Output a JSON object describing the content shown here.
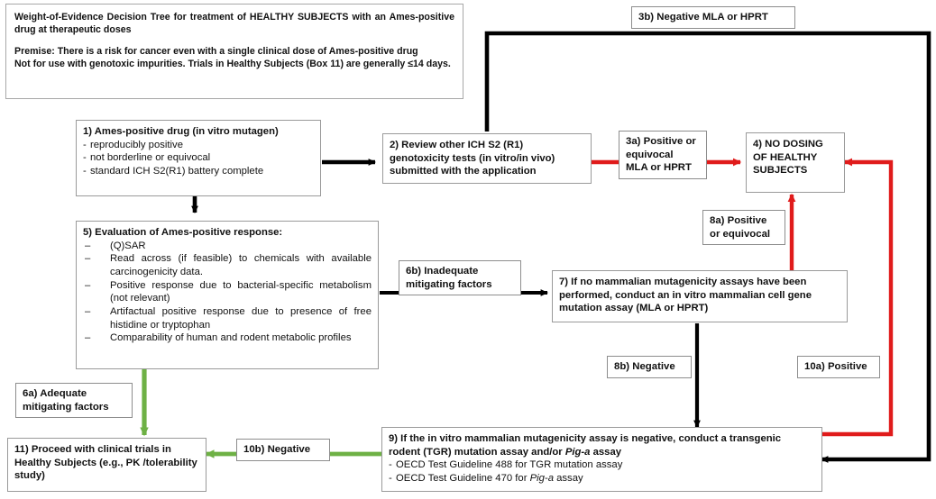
{
  "diagram": {
    "title_panel": {
      "line1": "Weight-of-Evidence Decision Tree for treatment of HEALTHY SUBJECTS with an Ames-positive drug at therapeutic doses",
      "line2": "Premise: There is a risk for cancer even with a single clinical dose of Ames-positive drug",
      "line3": "Not for use with genotoxic impurities. Trials in Healthy Subjects (Box 11) are generally ≤14 days."
    },
    "boxes": {
      "box1": {
        "title": "1) Ames-positive drug (in vitro mutagen)",
        "bullets": [
          "reproducibly positive",
          "not borderline or equivocal",
          "standard ICH S2(R1) battery complete"
        ]
      },
      "box2": {
        "text": "2) Review other ICH S2 (R1) genotoxicity tests (in vitro/in vivo) submitted with the application"
      },
      "box4": {
        "line1": "4) NO DOSING",
        "line2": "OF HEALTHY",
        "line3": "SUBJECTS"
      },
      "box5": {
        "title": "5) Evaluation of Ames-positive response:",
        "bullets": [
          "(Q)SAR",
          "Read across (if feasible) to chemicals with available carcinogenicity data.",
          "Positive response due to bacterial-specific metabolism (not relevant)",
          "Artifactual positive response due to presence of free histidine or tryptophan",
          "Comparability of human and rodent metabolic profiles"
        ]
      },
      "box7": {
        "text": "7) If no mammalian mutagenicity assays have been performed, conduct an in vitro mammalian cell gene mutation assay (MLA or HPRT)"
      },
      "box9": {
        "title_a": "9) If the in vitro mammalian mutagenicity assay is negative, conduct a transgenic rodent (TGR) mutation assay and/or ",
        "title_b": "Pig-a",
        "title_c": " assay",
        "sub1": "OECD Test Guideline 488 for TGR mutation assay",
        "sub2_a": "OECD Test Guideline 470 for ",
        "sub2_b": "Pig-a",
        "sub2_c": " assay"
      },
      "box11": {
        "text": "11) Proceed with clinical trials in Healthy Subjects (e.g., PK /tolerability study)"
      }
    },
    "labels": {
      "lbl3a": "3a) Positive or\nequivocal\nMLA or HPRT",
      "lbl3b": "3b) Negative MLA or HPRT",
      "lbl6a": "6a) Adequate\nmitigating factors",
      "lbl6b": "6b) Inadequate\nmitigating factors",
      "lbl8a": "8a) Positive\nor equivocal",
      "lbl8b": "8b) Negative",
      "lbl10a": "10a) Positive",
      "lbl10b": "10b) Negative"
    },
    "colors": {
      "negative_path": "#000000",
      "positive_path": "#e01b1b",
      "proceed_path": "#6eb145",
      "box_border": "#9a9a9a",
      "background": "#ffffff"
    }
  }
}
